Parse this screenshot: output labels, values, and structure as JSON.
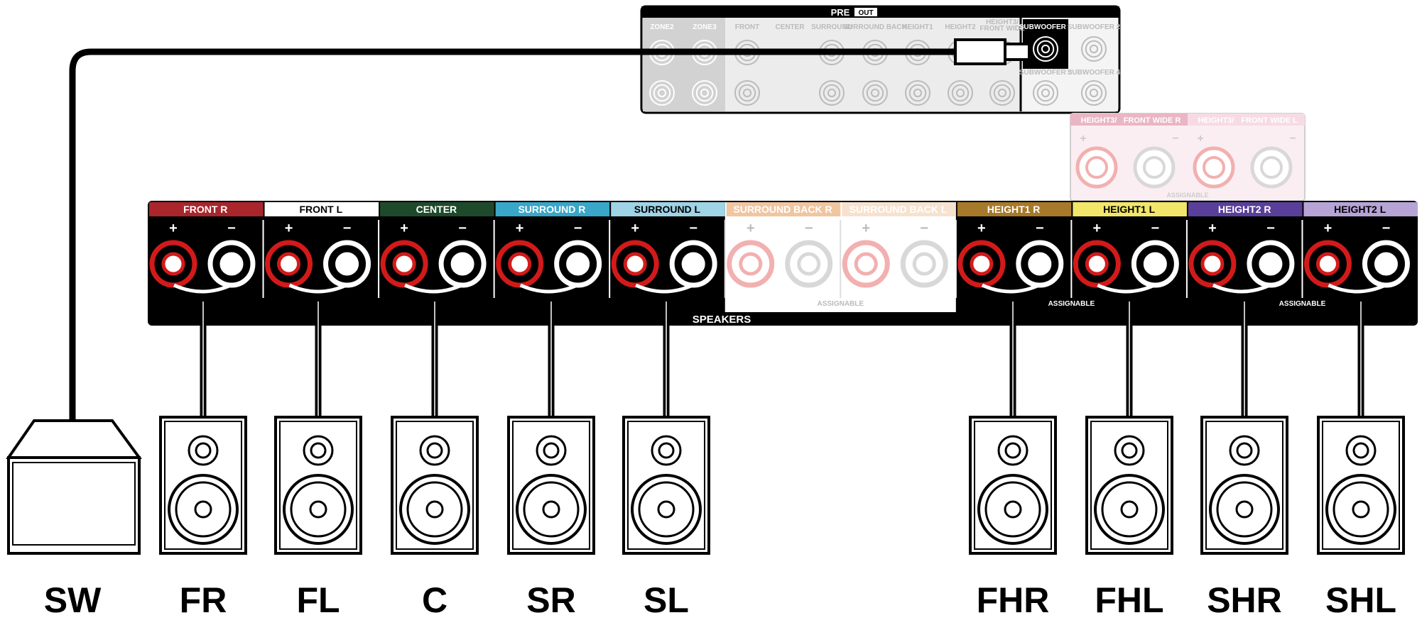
{
  "colors": {
    "panel_black": "#000000",
    "faded_gray": "#d2d2d2",
    "terminal_red": "#d21a1a",
    "front_r": "#a8262c",
    "front_l": "#ffffff",
    "center": "#1e4a2b",
    "surround_r": "#3aa6c8",
    "surround_l": "#9fd3e6",
    "surround_back_r": "#f0c6a0",
    "surround_back_l": "#f6e2cf",
    "height1_r": "#a7792a",
    "height1_l": "#f1e66a",
    "height2_r": "#5a3f9a",
    "height2_l": "#b7a4d6",
    "height3_r": "#eab6c6",
    "height3_l": "#f7dbe4"
  },
  "pre_out": {
    "title": "PRE",
    "title_badge": "OUT",
    "labels": {
      "zone2": "ZONE2",
      "zone3": "ZONE3",
      "front": "FRONT",
      "center": "CENTER",
      "surround": "SURROUND",
      "surround_back": "SURROUND BACK",
      "height1": "HEIGHT1",
      "height2": "HEIGHT2",
      "height3_line1": "HEIGHT3/",
      "height3_line2": "FRONT WIDE",
      "subwoofer1": "SUBWOOFER 1",
      "subwoofer2": "SUBWOOFER 2",
      "subwoofer3": "SUBWOOFER 3",
      "subwoofer4": "SUBWOOFER 4"
    }
  },
  "speaker_panel": {
    "title": "SPEAKERS",
    "assignable": "ASSIGNABLE",
    "plus": "+",
    "minus": "−",
    "channels": [
      {
        "id": "front-r",
        "label": "FRONT",
        "side": "R",
        "active": true
      },
      {
        "id": "front-l",
        "label": "FRONT",
        "side": "L",
        "active": true
      },
      {
        "id": "center",
        "label": "CENTER",
        "side": "",
        "active": true
      },
      {
        "id": "surround-r",
        "label": "SURROUND",
        "side": "R",
        "active": true
      },
      {
        "id": "surround-l",
        "label": "SURROUND",
        "side": "L",
        "active": true
      },
      {
        "id": "surround-back-r",
        "label": "SURROUND BACK",
        "side": "R",
        "active": false
      },
      {
        "id": "surround-back-l",
        "label": "SURROUND BACK",
        "side": "L",
        "active": false
      },
      {
        "id": "height1-r",
        "label": "HEIGHT1",
        "side": "R",
        "active": true
      },
      {
        "id": "height1-l",
        "label": "HEIGHT1",
        "side": "L",
        "active": true
      },
      {
        "id": "height2-r",
        "label": "HEIGHT2",
        "side": "R",
        "active": true
      },
      {
        "id": "height2-l",
        "label": "HEIGHT2",
        "side": "L",
        "active": true
      }
    ],
    "upper": [
      {
        "id": "height3-r",
        "label": "HEIGHT3/",
        "label2": "FRONT WIDE",
        "side": "R"
      },
      {
        "id": "height3-l",
        "label": "HEIGHT3/",
        "label2": "FRONT WIDE",
        "side": "L"
      }
    ]
  },
  "speakers": [
    {
      "id": "sw",
      "label": "SW",
      "type": "subwoofer"
    },
    {
      "id": "fr",
      "label": "FR",
      "type": "bookshelf"
    },
    {
      "id": "fl",
      "label": "FL",
      "type": "bookshelf"
    },
    {
      "id": "c",
      "label": "C",
      "type": "bookshelf"
    },
    {
      "id": "sr",
      "label": "SR",
      "type": "bookshelf"
    },
    {
      "id": "sl",
      "label": "SL",
      "type": "bookshelf"
    },
    {
      "id": "fhr",
      "label": "FHR",
      "type": "bookshelf"
    },
    {
      "id": "fhl",
      "label": "FHL",
      "type": "bookshelf"
    },
    {
      "id": "shr",
      "label": "SHR",
      "type": "bookshelf"
    },
    {
      "id": "shl",
      "label": "SHL",
      "type": "bookshelf"
    }
  ]
}
